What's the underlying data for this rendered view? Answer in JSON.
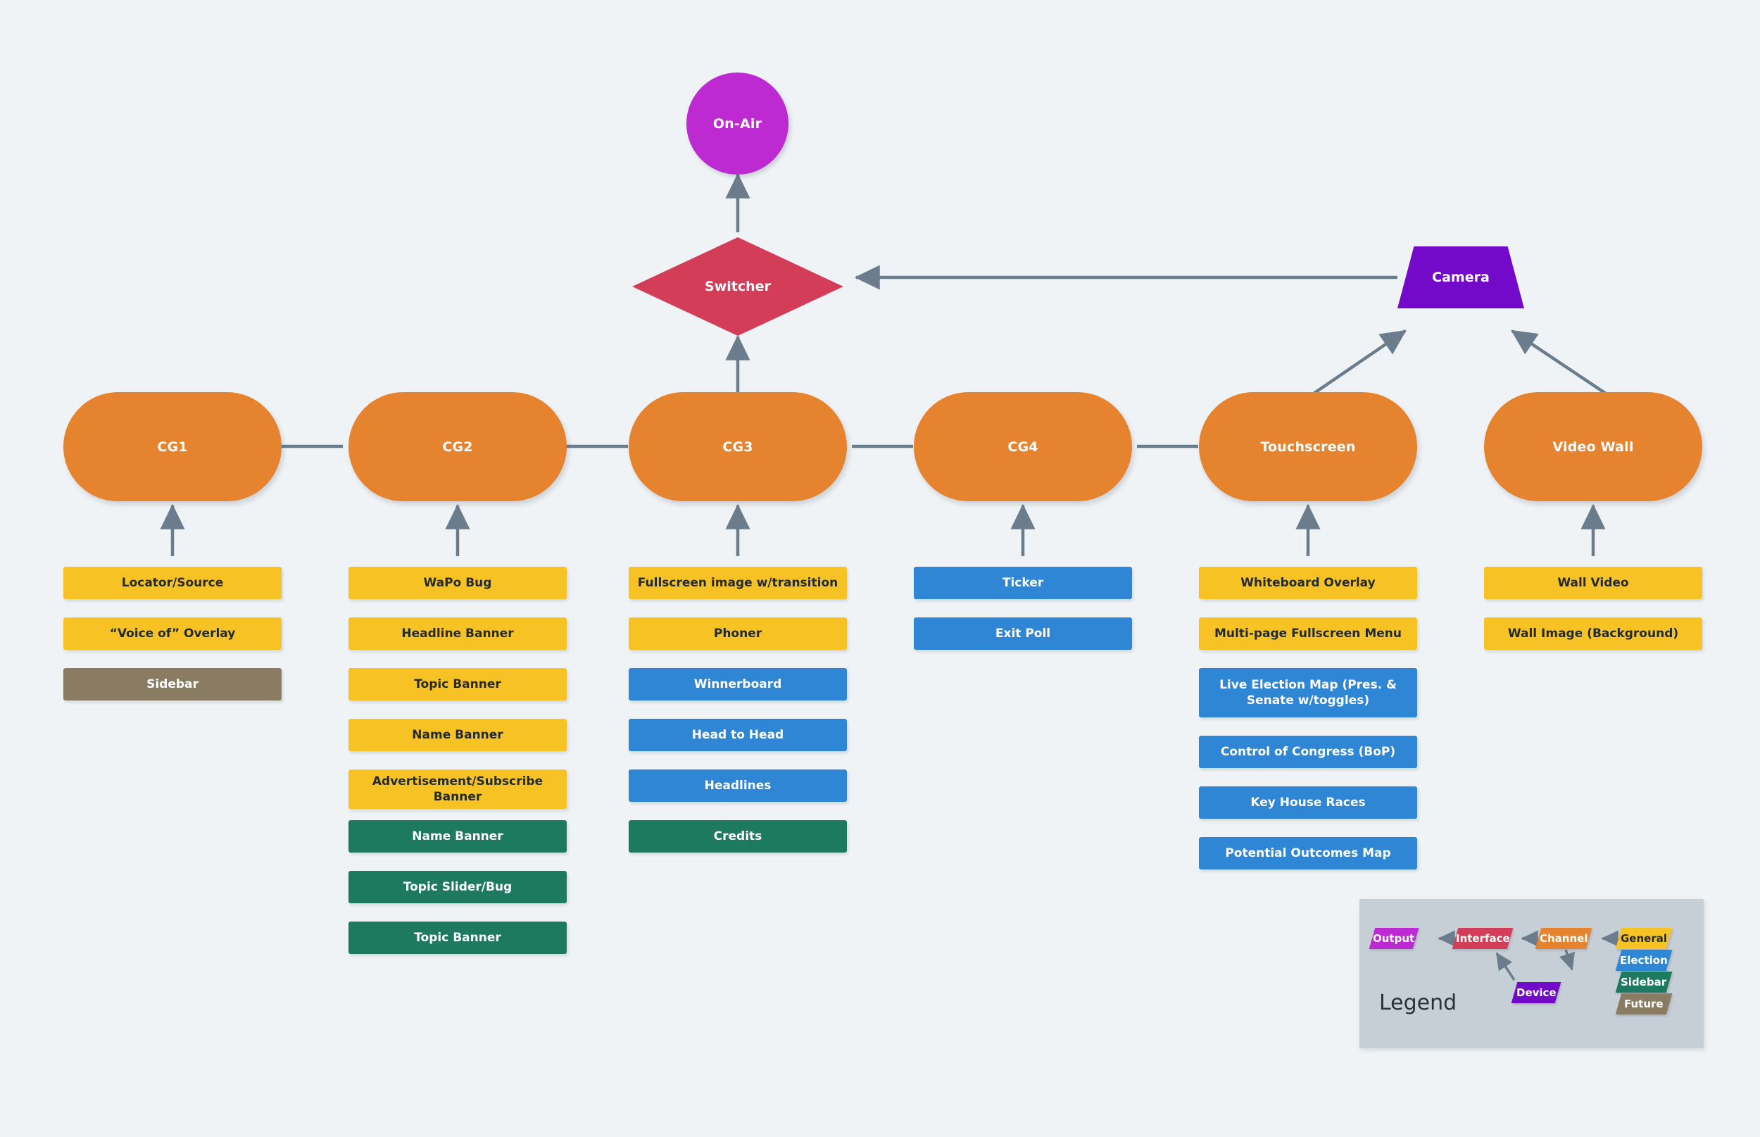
{
  "background_color": "#eff3f6",
  "palette": {
    "output": "#bd2ad2",
    "interface": "#d43d57",
    "channel": "#e5832f",
    "device": "#7309c9",
    "general": "#f7c324",
    "election": "#2e86d4",
    "sidebar": "#1e7a5f",
    "future": "#8a7c62",
    "edge": "#6b7d8d",
    "legend_panel": "#c6ced6"
  },
  "output_node": {
    "label": "On-Air"
  },
  "interface_node": {
    "label": "Switcher"
  },
  "device_node": {
    "label": "Camera"
  },
  "columns": [
    {
      "id": "cg1",
      "head": "CG1",
      "items": [
        {
          "label": "Locator/Source",
          "category": "general"
        },
        {
          "label": "“Voice of” Overlay",
          "category": "general"
        },
        {
          "label": "Sidebar",
          "category": "sidebar-brown"
        }
      ]
    },
    {
      "id": "cg2",
      "head": "CG2",
      "items": [
        {
          "label": "WaPo Bug",
          "category": "general"
        },
        {
          "label": "Headline Banner",
          "category": "general"
        },
        {
          "label": "Topic Banner",
          "category": "general"
        },
        {
          "label": "Name Banner",
          "category": "general"
        },
        {
          "label": "Advertisement/Subscribe Banner",
          "category": "general"
        },
        {
          "label": "Name Banner",
          "category": "future"
        },
        {
          "label": "Topic Slider/Bug",
          "category": "future"
        },
        {
          "label": "Topic Banner",
          "category": "future"
        }
      ]
    },
    {
      "id": "cg3",
      "head": "CG3",
      "items": [
        {
          "label": "Fullscreen image w/transition",
          "category": "general"
        },
        {
          "label": "Phoner",
          "category": "general"
        },
        {
          "label": "Winnerboard",
          "category": "election"
        },
        {
          "label": "Head to Head",
          "category": "election"
        },
        {
          "label": "Headlines",
          "category": "election"
        },
        {
          "label": "Credits",
          "category": "future"
        }
      ]
    },
    {
      "id": "cg4",
      "head": "CG4",
      "items": [
        {
          "label": "Ticker",
          "category": "election"
        },
        {
          "label": "Exit Poll",
          "category": "election"
        }
      ]
    },
    {
      "id": "touchscreen",
      "head": "Touchscreen",
      "items": [
        {
          "label": "Whiteboard Overlay",
          "category": "general"
        },
        {
          "label": "Multi-page Fullscreen Menu",
          "category": "general"
        },
        {
          "label": "Live Election Map (Pres. & Senate w/toggles)",
          "category": "election"
        },
        {
          "label": "Control of Congress (BoP)",
          "category": "election"
        },
        {
          "label": "Key House Races",
          "category": "election"
        },
        {
          "label": "Potential Outcomes Map",
          "category": "election"
        }
      ]
    },
    {
      "id": "videowall",
      "head": "Video Wall",
      "items": [
        {
          "label": "Wall Video",
          "category": "general"
        },
        {
          "label": "Wall Image (Background)",
          "category": "general"
        }
      ]
    }
  ],
  "legend": {
    "title": "Legend",
    "flow": [
      {
        "label": "Output",
        "key": "output"
      },
      {
        "label": "Interface",
        "key": "interface"
      },
      {
        "label": "Channel",
        "key": "channel"
      },
      {
        "label": "Device",
        "key": "device"
      }
    ],
    "categories": [
      {
        "label": "General",
        "key": "general"
      },
      {
        "label": "Election",
        "key": "election"
      },
      {
        "label": "Sidebar",
        "key": "sidebar"
      },
      {
        "label": "Future",
        "key": "future"
      }
    ]
  }
}
